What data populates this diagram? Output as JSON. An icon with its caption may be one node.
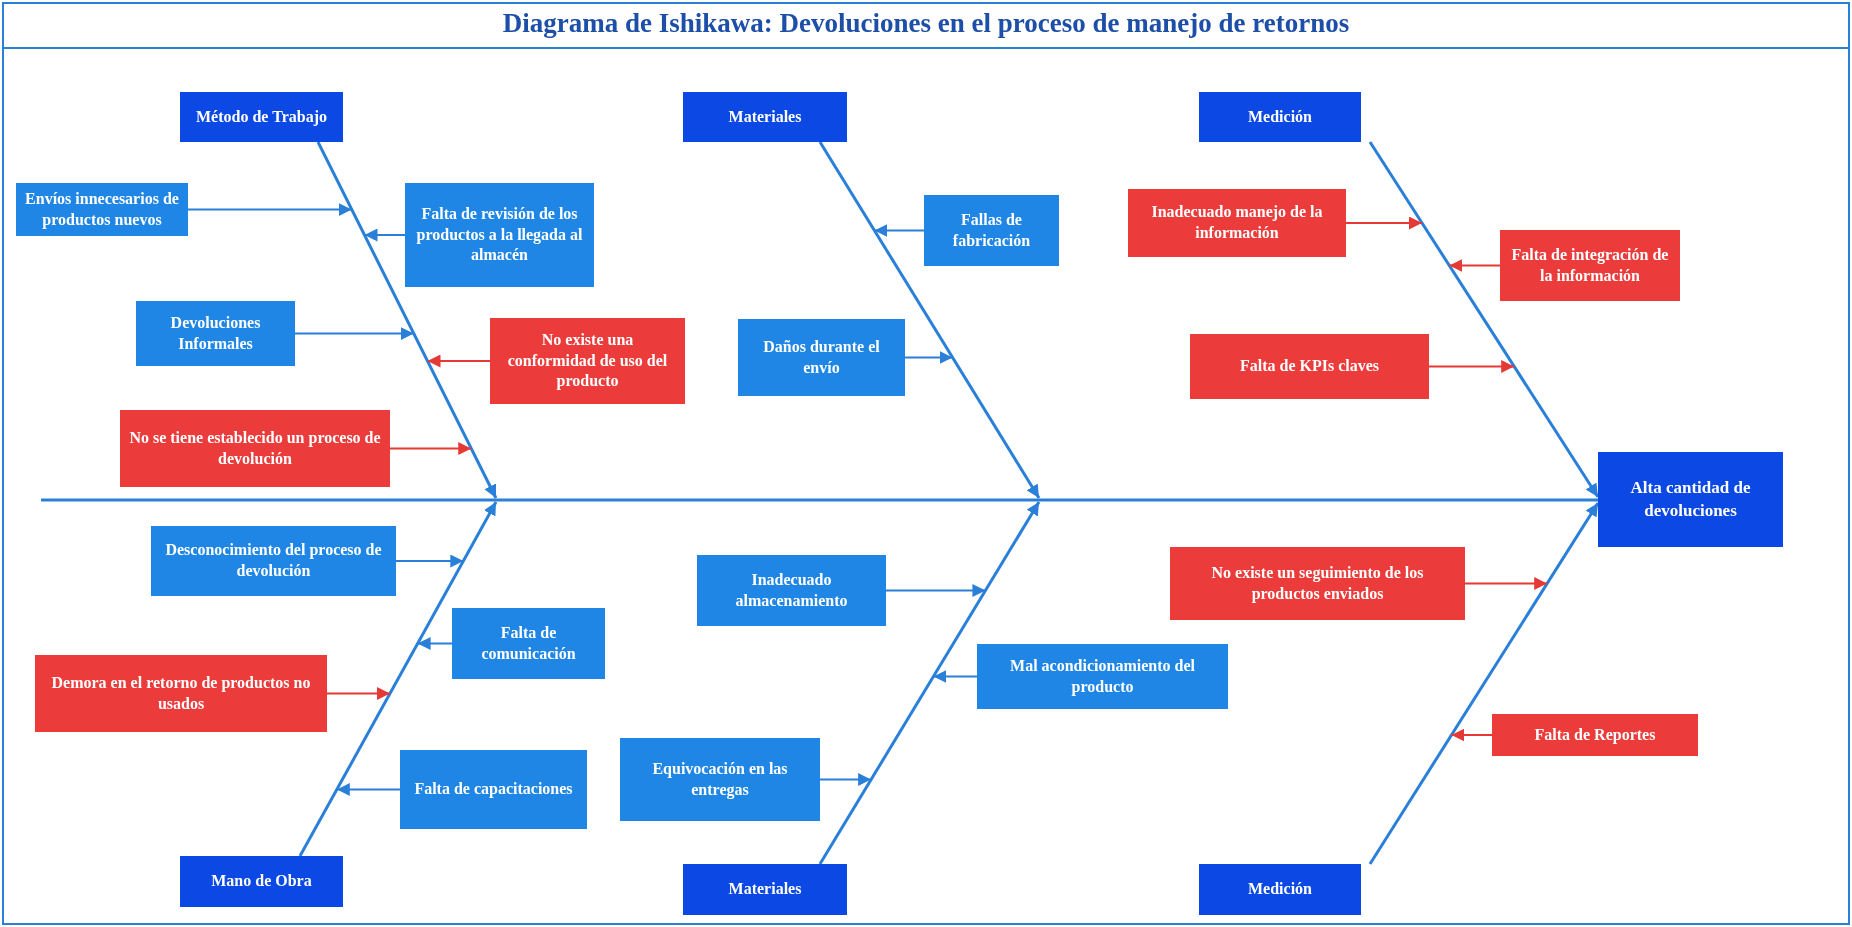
{
  "diagram": {
    "title": "Diagrama de Ishikawa: Devoluciones en el proceso de manejo de retornos",
    "nodes": [
      {
        "text": [
          "Método de Trabajo"
        ]
      },
      {
        "text": [
          "Envíos innecesarios de productos nuevos"
        ]
      },
      {
        "text": [
          "Falta de revisión de los productos a la llegada al almacén"
        ]
      },
      {
        "text": [
          "Devoluciones Informales"
        ]
      },
      {
        "text": [
          "No existe una conformidad de uso del producto"
        ]
      },
      {
        "text": [
          "No se tiene establecido un proceso de devolución"
        ]
      },
      {
        "text": [
          "Materiales"
        ]
      },
      {
        "text": [
          "Fallas de fabricación"
        ]
      },
      {
        "text": [
          "Daños durante el envío"
        ]
      },
      {
        "text": [
          "Medición"
        ]
      },
      {
        "text": [
          "Inadecuado manejo de la información"
        ]
      },
      {
        "text": [
          "Falta de integración de la información"
        ]
      },
      {
        "text": [
          "Falta de KPIs claves"
        ]
      },
      {
        "text": [
          "Alta cantidad de devoluciones"
        ]
      },
      {
        "text": [
          "Desconocimiento del proceso de devolución"
        ]
      },
      {
        "text": [
          "Falta de comunicación"
        ]
      },
      {
        "text": [
          "Demora en el retorno de productos no usados"
        ]
      },
      {
        "text": [
          "Falta de capacitaciones"
        ]
      },
      {
        "text": [
          "Mano de Obra"
        ]
      },
      {
        "text": [
          "Inadecuado almacenamiento"
        ]
      },
      {
        "text": [
          "Mal acondicionamiento del producto"
        ]
      },
      {
        "text": [
          "Equivocación en las entregas"
        ]
      },
      {
        "text": [
          "Materiales"
        ]
      },
      {
        "text": [
          "No existe un seguimiento de los productos enviados"
        ]
      },
      {
        "text": [
          "Falta de Reportes"
        ]
      },
      {
        "text": [
          "Medición"
        ]
      }
    ],
    "edges": [
      {
        "from": null,
        "to": 13,
        "arrow": "none"
      },
      {
        "from": 0,
        "to": null,
        "arrow": "to"
      },
      {
        "from": 6,
        "to": null,
        "arrow": "to"
      },
      {
        "from": 9,
        "to": 13,
        "arrow": "to"
      },
      {
        "from": 18,
        "to": null,
        "arrow": "to"
      },
      {
        "from": 22,
        "to": null,
        "arrow": "to"
      },
      {
        "from": 25,
        "to": 13,
        "arrow": "to"
      },
      {
        "from": 1,
        "to": null,
        "arrow": "to"
      },
      {
        "from": 2,
        "to": null,
        "arrow": "to"
      },
      {
        "from": 3,
        "to": null,
        "arrow": "to"
      },
      {
        "from": 4,
        "to": null,
        "arrow": "to",
        "color": "#e53935"
      },
      {
        "from": 5,
        "to": null,
        "arrow": "to",
        "color": "#e53935"
      },
      {
        "from": 7,
        "to": null,
        "arrow": "to"
      },
      {
        "from": 8,
        "to": null,
        "arrow": "to"
      },
      {
        "from": 10,
        "to": null,
        "arrow": "to",
        "color": "#e53935"
      },
      {
        "from": 11,
        "to": null,
        "arrow": "to",
        "color": "#e53935"
      },
      {
        "from": 12,
        "to": null,
        "arrow": "to",
        "color": "#e53935"
      },
      {
        "from": 14,
        "to": null,
        "arrow": "to"
      },
      {
        "from": 15,
        "to": null,
        "arrow": "to"
      },
      {
        "from": 16,
        "to": null,
        "arrow": "to",
        "color": "#e53935"
      },
      {
        "from": 17,
        "to": null,
        "arrow": "to"
      },
      {
        "from": 19,
        "to": null,
        "arrow": "to"
      },
      {
        "from": 20,
        "to": null,
        "arrow": "to"
      },
      {
        "from": 21,
        "to": null,
        "arrow": "to"
      },
      {
        "from": 23,
        "to": null,
        "arrow": "to",
        "color": "#e53935"
      },
      {
        "from": 24,
        "to": null,
        "arrow": "to",
        "color": "#e53935"
      }
    ]
  }
}
